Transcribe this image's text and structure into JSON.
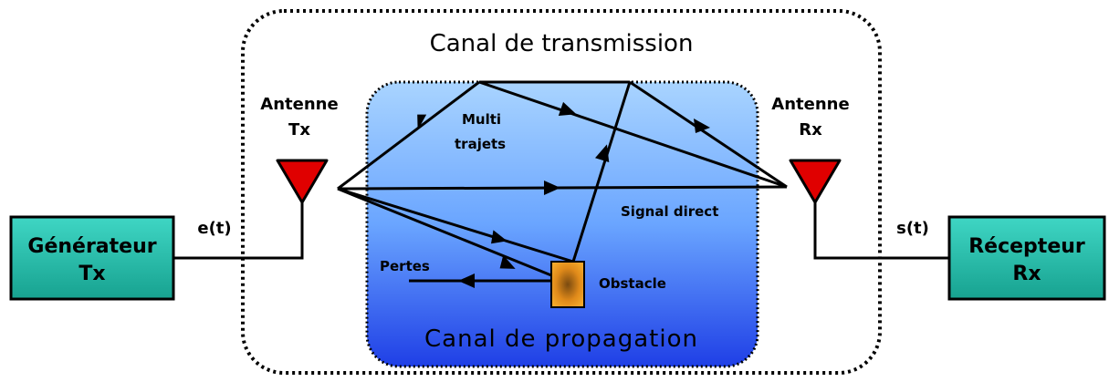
{
  "diagram": {
    "transmission_channel_title": "Canal de transmission",
    "propagation_channel_title": "Canal de propagation",
    "generator": {
      "line1": "Générateur",
      "line2": "Tx"
    },
    "receiver": {
      "line1": "Récepteur",
      "line2": "Rx"
    },
    "antenna_tx": {
      "line1": "Antenne",
      "line2": "Tx"
    },
    "antenna_rx": {
      "line1": "Antenne",
      "line2": "Rx"
    },
    "input_signal": "e(t)",
    "output_signal": "s(t)",
    "multipath_line1": "Multi",
    "multipath_line2": "trajets",
    "direct_signal": "Signal direct",
    "losses": "Pertes",
    "obstacle": "Obstacle"
  },
  "colors": {
    "block_fill": "#22b8a6",
    "antenna_fill": "#e00000",
    "propagation_top": "#a9d4ff",
    "propagation_bottom": "#1f3fe6",
    "obstacle_fill": "#f0a020"
  }
}
